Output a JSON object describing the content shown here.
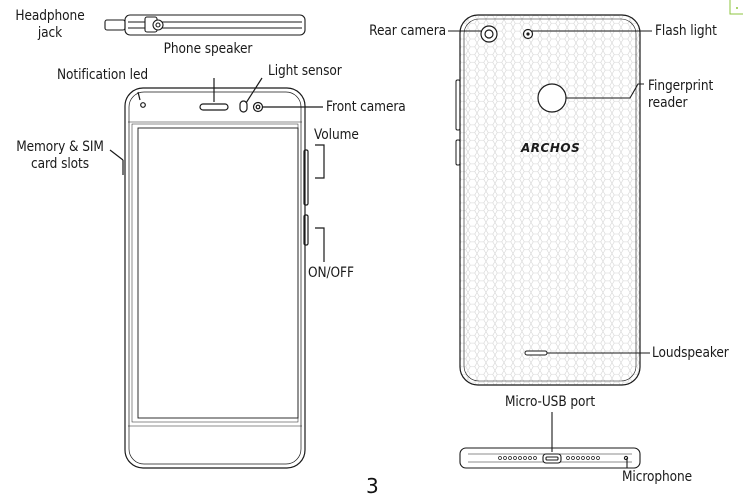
{
  "labels": {
    "headphone_jack": [
      "Headphone",
      "jack"
    ],
    "phone_speaker": "Phone speaker",
    "notification_led": "Notification led",
    "light_sensor": "Light sensor",
    "front_camera": "Front camera",
    "memory_sim": [
      "Memory & SIM",
      "card slots"
    ],
    "volume": "Volume",
    "on_off": "ON/OFF",
    "rear_camera": "Rear camera",
    "flash_light": "Flash light",
    "fingerprint_reader": [
      "Fingerprint",
      "reader"
    ],
    "brand_logo": "ARCHOS",
    "loudspeaker": "Loudspeaker",
    "micro_usb_port": "Micro-USB port",
    "microphone": "Microphone"
  },
  "page_number": "3",
  "colors": {
    "line": "#1a1a1a",
    "corner_mark": "#8cc63f"
  }
}
